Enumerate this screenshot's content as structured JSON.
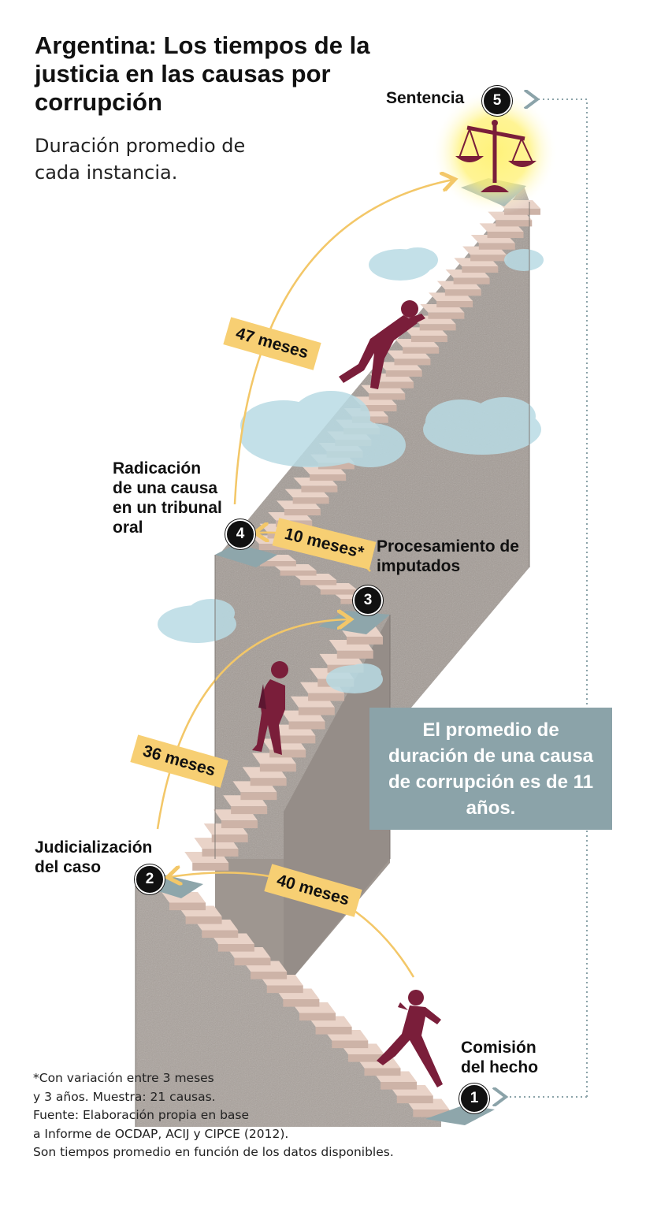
{
  "title": "Argentina: Los tiempos de la justicia en las causas por corrupción",
  "subtitle": "Duración promedio de cada instancia.",
  "stages": [
    {
      "number": "1",
      "label": "Comisión del hecho"
    },
    {
      "number": "2",
      "label": "Judicialización del caso"
    },
    {
      "number": "3",
      "label": "Procesamiento de imputados"
    },
    {
      "number": "4",
      "label": "Radicación de una causa en un tribunal oral"
    },
    {
      "number": "5",
      "label": "Sentencia"
    }
  ],
  "durations": [
    {
      "label": "40 meses",
      "from": "1",
      "to": "2"
    },
    {
      "label": "36 meses",
      "from": "2",
      "to": "3"
    },
    {
      "label": "10 meses*",
      "from": "3",
      "to": "4"
    },
    {
      "label": "47 meses",
      "from": "4",
      "to": "5"
    }
  ],
  "callout": "El promedio de duración de una causa de corrupción es de 11 años.",
  "notes": [
    "*Con variación entre 3 meses",
    "y 3 años. Muestra: 21 causas.",
    "Fuente: Elaboración propia en base",
    "a Informe de OCDAP, ACIJ y CIPCE (2012).",
    "Son tiempos promedio en función de los datos disponibles."
  ],
  "colors": {
    "arrow": "#f3c768",
    "tag": "#f7cf73",
    "wall": "#a9a19b",
    "wall_dark": "#8f8782",
    "step_top": "#e9d3c8",
    "step_front": "#cdb3a7",
    "landing": "#8ea6ab",
    "figure": "#7a1e3a",
    "cloud": "#b9dbe4",
    "callout": "#8ba3a9",
    "dotted": "#8ba3a9",
    "glow": "#fff27a"
  },
  "icons": [
    "scales-of-justice-icon",
    "runner-figure",
    "walker-figure",
    "climber-figure",
    "cloud-shape"
  ]
}
